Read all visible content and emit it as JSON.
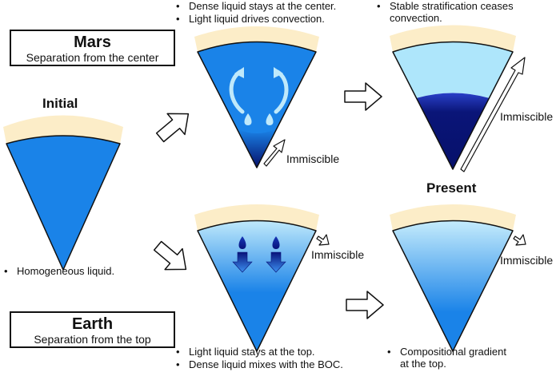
{
  "mars": {
    "title": "Mars",
    "subtitle": "Separation from the center"
  },
  "earth": {
    "title": "Earth",
    "subtitle": "Separation from the top"
  },
  "initial": {
    "title": "Initial",
    "note": "Homogeneous liquid."
  },
  "present": {
    "title": "Present"
  },
  "mars_mid_notes": [
    "Dense liquid stays at the center.",
    "Light liquid drives convection."
  ],
  "mars_final_notes": [
    "Stable stratification ceases",
    "convection."
  ],
  "earth_mid_notes": [
    "Light liquid stays at the top.",
    "Dense liquid mixes with the BOC."
  ],
  "earth_final_notes": [
    "Compositional gradient",
    "at the top."
  ],
  "immiscible_label": "Immiscible",
  "colors": {
    "liquid_blue": "#1a83e8",
    "light_liquid": "#aee6fb",
    "dense_liquid": "#06106a",
    "mantle_cream": "#fcedc8",
    "outline": "#111111"
  }
}
